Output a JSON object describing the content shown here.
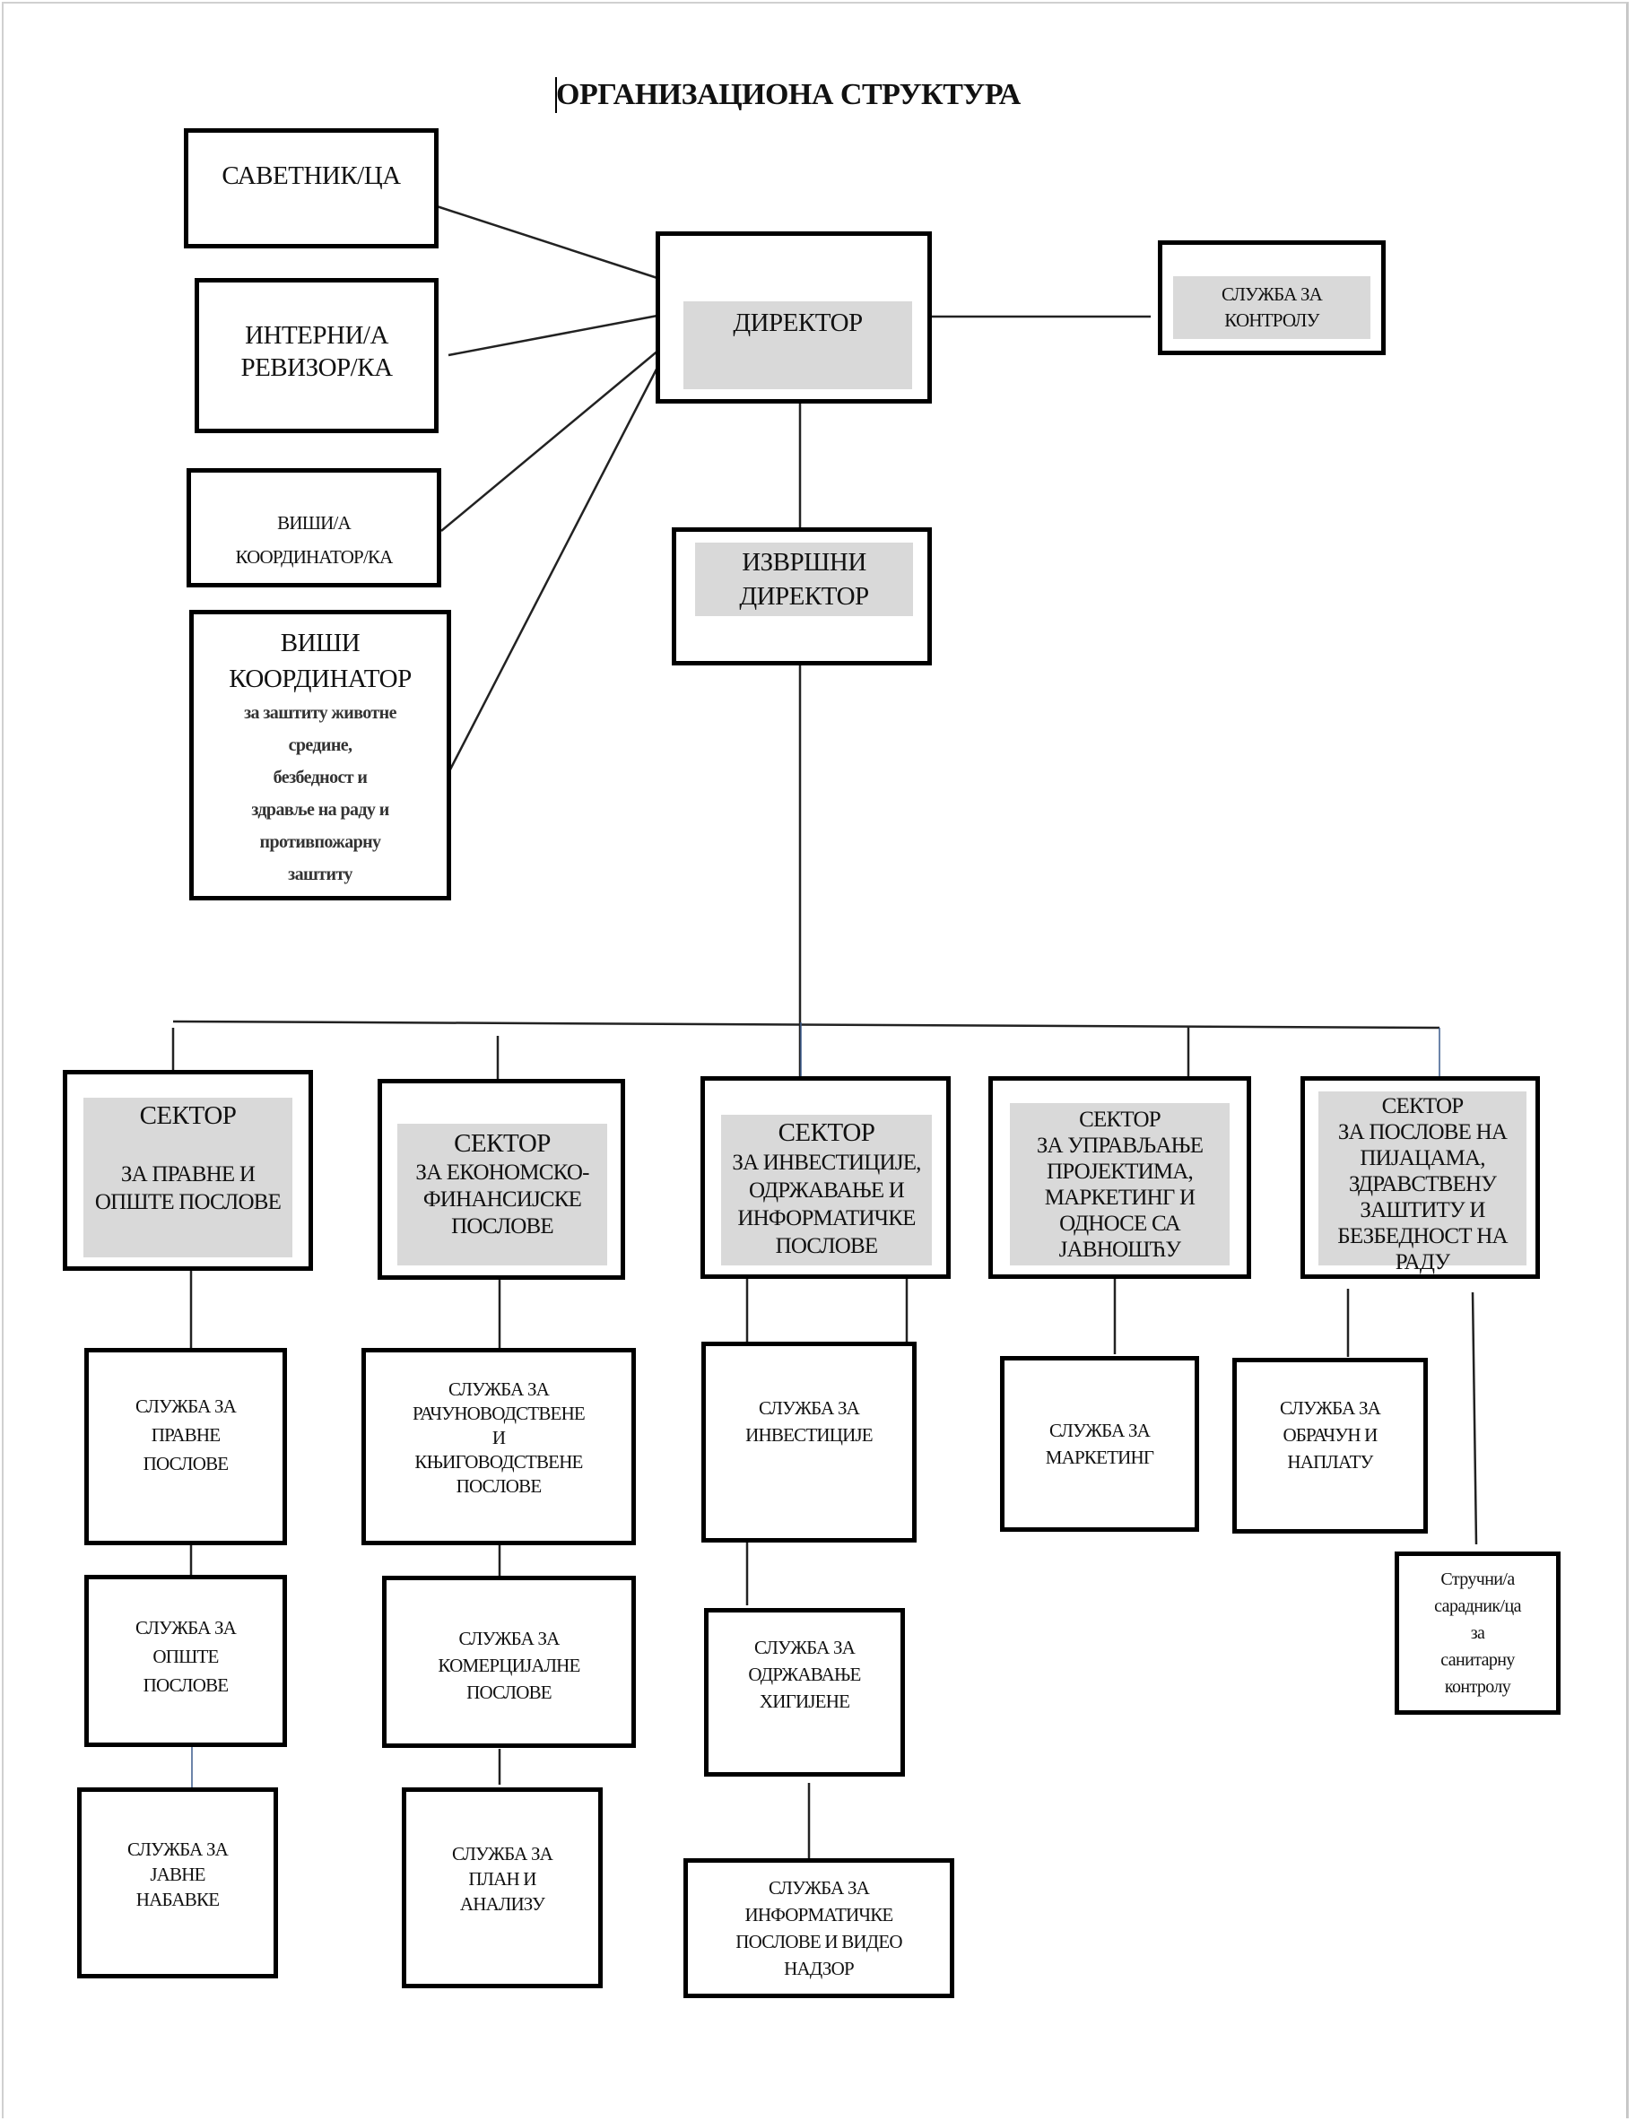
{
  "document": {
    "title": "ОРГАНИЗАЦИОНА СТРУКТУРА"
  },
  "advisors": [
    {
      "id": "advisor",
      "lines": [
        "САВЕТНИК/ЦА"
      ]
    },
    {
      "id": "internal-auditor",
      "lines": [
        "ИНТЕРНИ/А",
        "РЕВИЗОР/КА"
      ]
    },
    {
      "id": "senior-coordinator",
      "lines": [
        "ВИШИ/А",
        "КООРДИНАТОР/КА"
      ]
    },
    {
      "id": "senior-coordinator-safety",
      "heading": [
        "ВИШИ",
        "КООРДИНАТОР"
      ],
      "lines": [
        "за заштиту животне",
        "средине,",
        "безбедност и",
        "здравље на раду и",
        "противпожарну",
        "заштиту"
      ]
    }
  ],
  "director": {
    "lines": [
      "ДИРЕКТОР"
    ]
  },
  "control_service": {
    "lines": [
      "СЛУЖБА ЗА",
      "КОНТРОЛУ"
    ]
  },
  "executive_director": {
    "lines": [
      "ИЗВРШНИ",
      "ДИРЕКТОР"
    ]
  },
  "sectors": [
    {
      "id": "legal-general",
      "heading": "СЕКТОР",
      "lines": [
        "ЗА ПРАВНЕ И",
        "ОПШТЕ ПОСЛОВЕ"
      ],
      "services": [
        {
          "lines": [
            "СЛУЖБА ЗА",
            "ПРАВНЕ",
            "ПОСЛОВЕ"
          ]
        },
        {
          "lines": [
            "СЛУЖБА ЗА",
            "ОПШТЕ",
            "ПОСЛОВЕ"
          ]
        },
        {
          "lines": [
            "СЛУЖБА ЗА",
            "ЈАВНЕ",
            "НАБАВКЕ"
          ]
        }
      ]
    },
    {
      "id": "economic-financial",
      "heading": "СЕКТОР",
      "lines": [
        "ЗА ЕКОНОМСКО-",
        "ФИНАНСИЈСКЕ",
        "ПОСЛОВЕ"
      ],
      "services": [
        {
          "lines": [
            "СЛУЖБА ЗА",
            "РАЧУНОВОДСТВЕНЕ",
            "И",
            "КЊИГОВОДСТВЕНЕ",
            "ПОСЛОВЕ"
          ]
        },
        {
          "lines": [
            "СЛУЖБА ЗА",
            "КОМЕРЦИЈАЛНЕ",
            "ПОСЛОВЕ"
          ]
        },
        {
          "lines": [
            "СЛУЖБА ЗА",
            "ПЛАН И",
            "АНАЛИЗУ"
          ]
        }
      ]
    },
    {
      "id": "investments-maintenance-it",
      "heading": "СЕКТОР",
      "lines": [
        "ЗА ИНВЕСТИЦИЈЕ,",
        "ОДРЖАВАЊЕ И",
        "ИНФОРМАТИЧКЕ",
        "ПОСЛОВЕ"
      ],
      "services": [
        {
          "lines": [
            "СЛУЖБА  ЗА",
            "ИНВЕСТИЦИЈЕ"
          ]
        },
        {
          "lines": [
            "СЛУЖБА ЗА",
            "ОДРЖАВАЊЕ",
            "ХИГИЈЕНЕ"
          ]
        },
        {
          "lines": [
            "СЛУЖБА ЗА",
            "ИНФОРМАТИЧКЕ",
            "ПОСЛОВЕ И ВИДЕО",
            "НАДЗОР"
          ]
        }
      ]
    },
    {
      "id": "projects-marketing-pr",
      "heading": "СЕКТОР",
      "lines": [
        "ЗА УПРАВЉАЊЕ",
        "ПРОЈЕКТИМА,",
        "МАРКЕТИНГ И",
        "ОДНОСЕ СА",
        "ЈАВНОШЋУ"
      ],
      "services": [
        {
          "lines": [
            "СЛУЖБА ЗА",
            "МАРКЕТИНГ"
          ]
        }
      ]
    },
    {
      "id": "markets-health-safety",
      "heading": "СЕКТОР",
      "lines": [
        "ЗА ПОСЛОВЕ НА",
        "ПИЈАЦАМА,",
        "ЗДРАВСТВЕНУ",
        "ЗАШТИТУ И",
        "БЕЗБЕДНОСТ НА",
        "РАДУ"
      ],
      "services": [
        {
          "lines": [
            "СЛУЖБА ЗА",
            "ОБРАЧУН И",
            "НАПЛАТУ"
          ]
        },
        {
          "lines": [
            "Стручни/а",
            "сарадник/ца",
            "за",
            "санитарну",
            "контролу"
          ]
        }
      ]
    }
  ],
  "colors": {
    "box_border": "#000000",
    "shade": "#d9d9d9",
    "connector": "#222222",
    "connector_blue": "#3a5a8c"
  }
}
